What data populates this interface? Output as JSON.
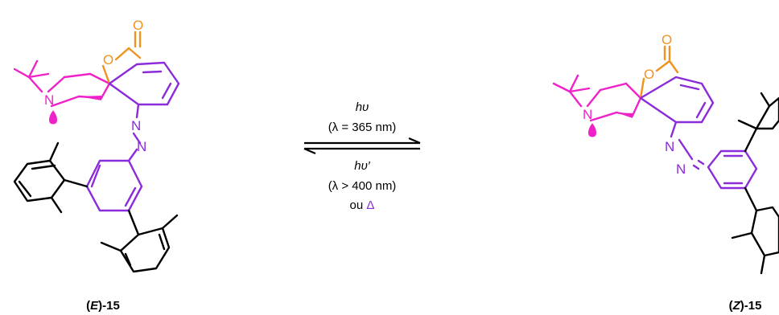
{
  "colors": {
    "azo_core": "#8b2bd9",
    "piperidine": "#ee22c8",
    "lactone": "#f0921e",
    "aryl": "#000000"
  },
  "atoms": {
    "oxygen": "O",
    "nitrogen": "N"
  },
  "reaction": {
    "forward_light": "hυ",
    "forward_condition": "(λ = 365 nm)",
    "reverse_light": "hυ′",
    "reverse_condition": "(λ > 400 nm)",
    "reverse_alt_prefix": "ou ",
    "reverse_alt_symbol": "Δ"
  },
  "labels": {
    "e_isomer": {
      "open": "(",
      "stereo": "E",
      "close": ")-15"
    },
    "z_isomer": {
      "open": "(",
      "stereo": "Z",
      "close": ")-15"
    }
  }
}
